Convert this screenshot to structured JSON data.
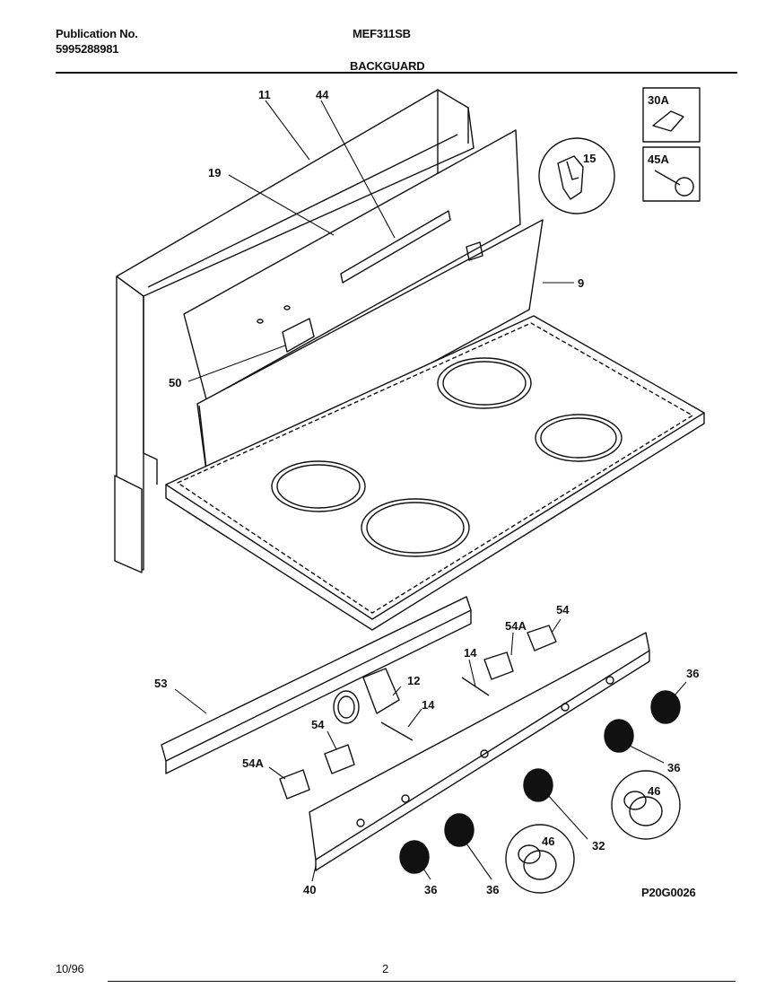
{
  "header": {
    "publication_label": "Publication No.",
    "publication_number": "5995288981",
    "model": "MEF311SB",
    "section": "BACKGUARD"
  },
  "callouts": {
    "c11": "11",
    "c44": "44",
    "c19": "19",
    "c15": "15",
    "c9": "9",
    "c50": "50",
    "c30A": "30A",
    "c45A": "45A",
    "c53": "53",
    "c54A_top": "54A",
    "c54_top": "54",
    "c14_a": "14",
    "c12": "12",
    "c14_b": "14",
    "c54_mid": "54",
    "c54A_left": "54A",
    "c36_a": "36",
    "c36_b": "36",
    "c46_a": "46",
    "c46_b": "46",
    "c32": "32",
    "c36_c": "36",
    "c36_d": "36",
    "c40": "40"
  },
  "footer": {
    "date": "10/96",
    "page": "2",
    "figure_code": "P20G0026"
  }
}
